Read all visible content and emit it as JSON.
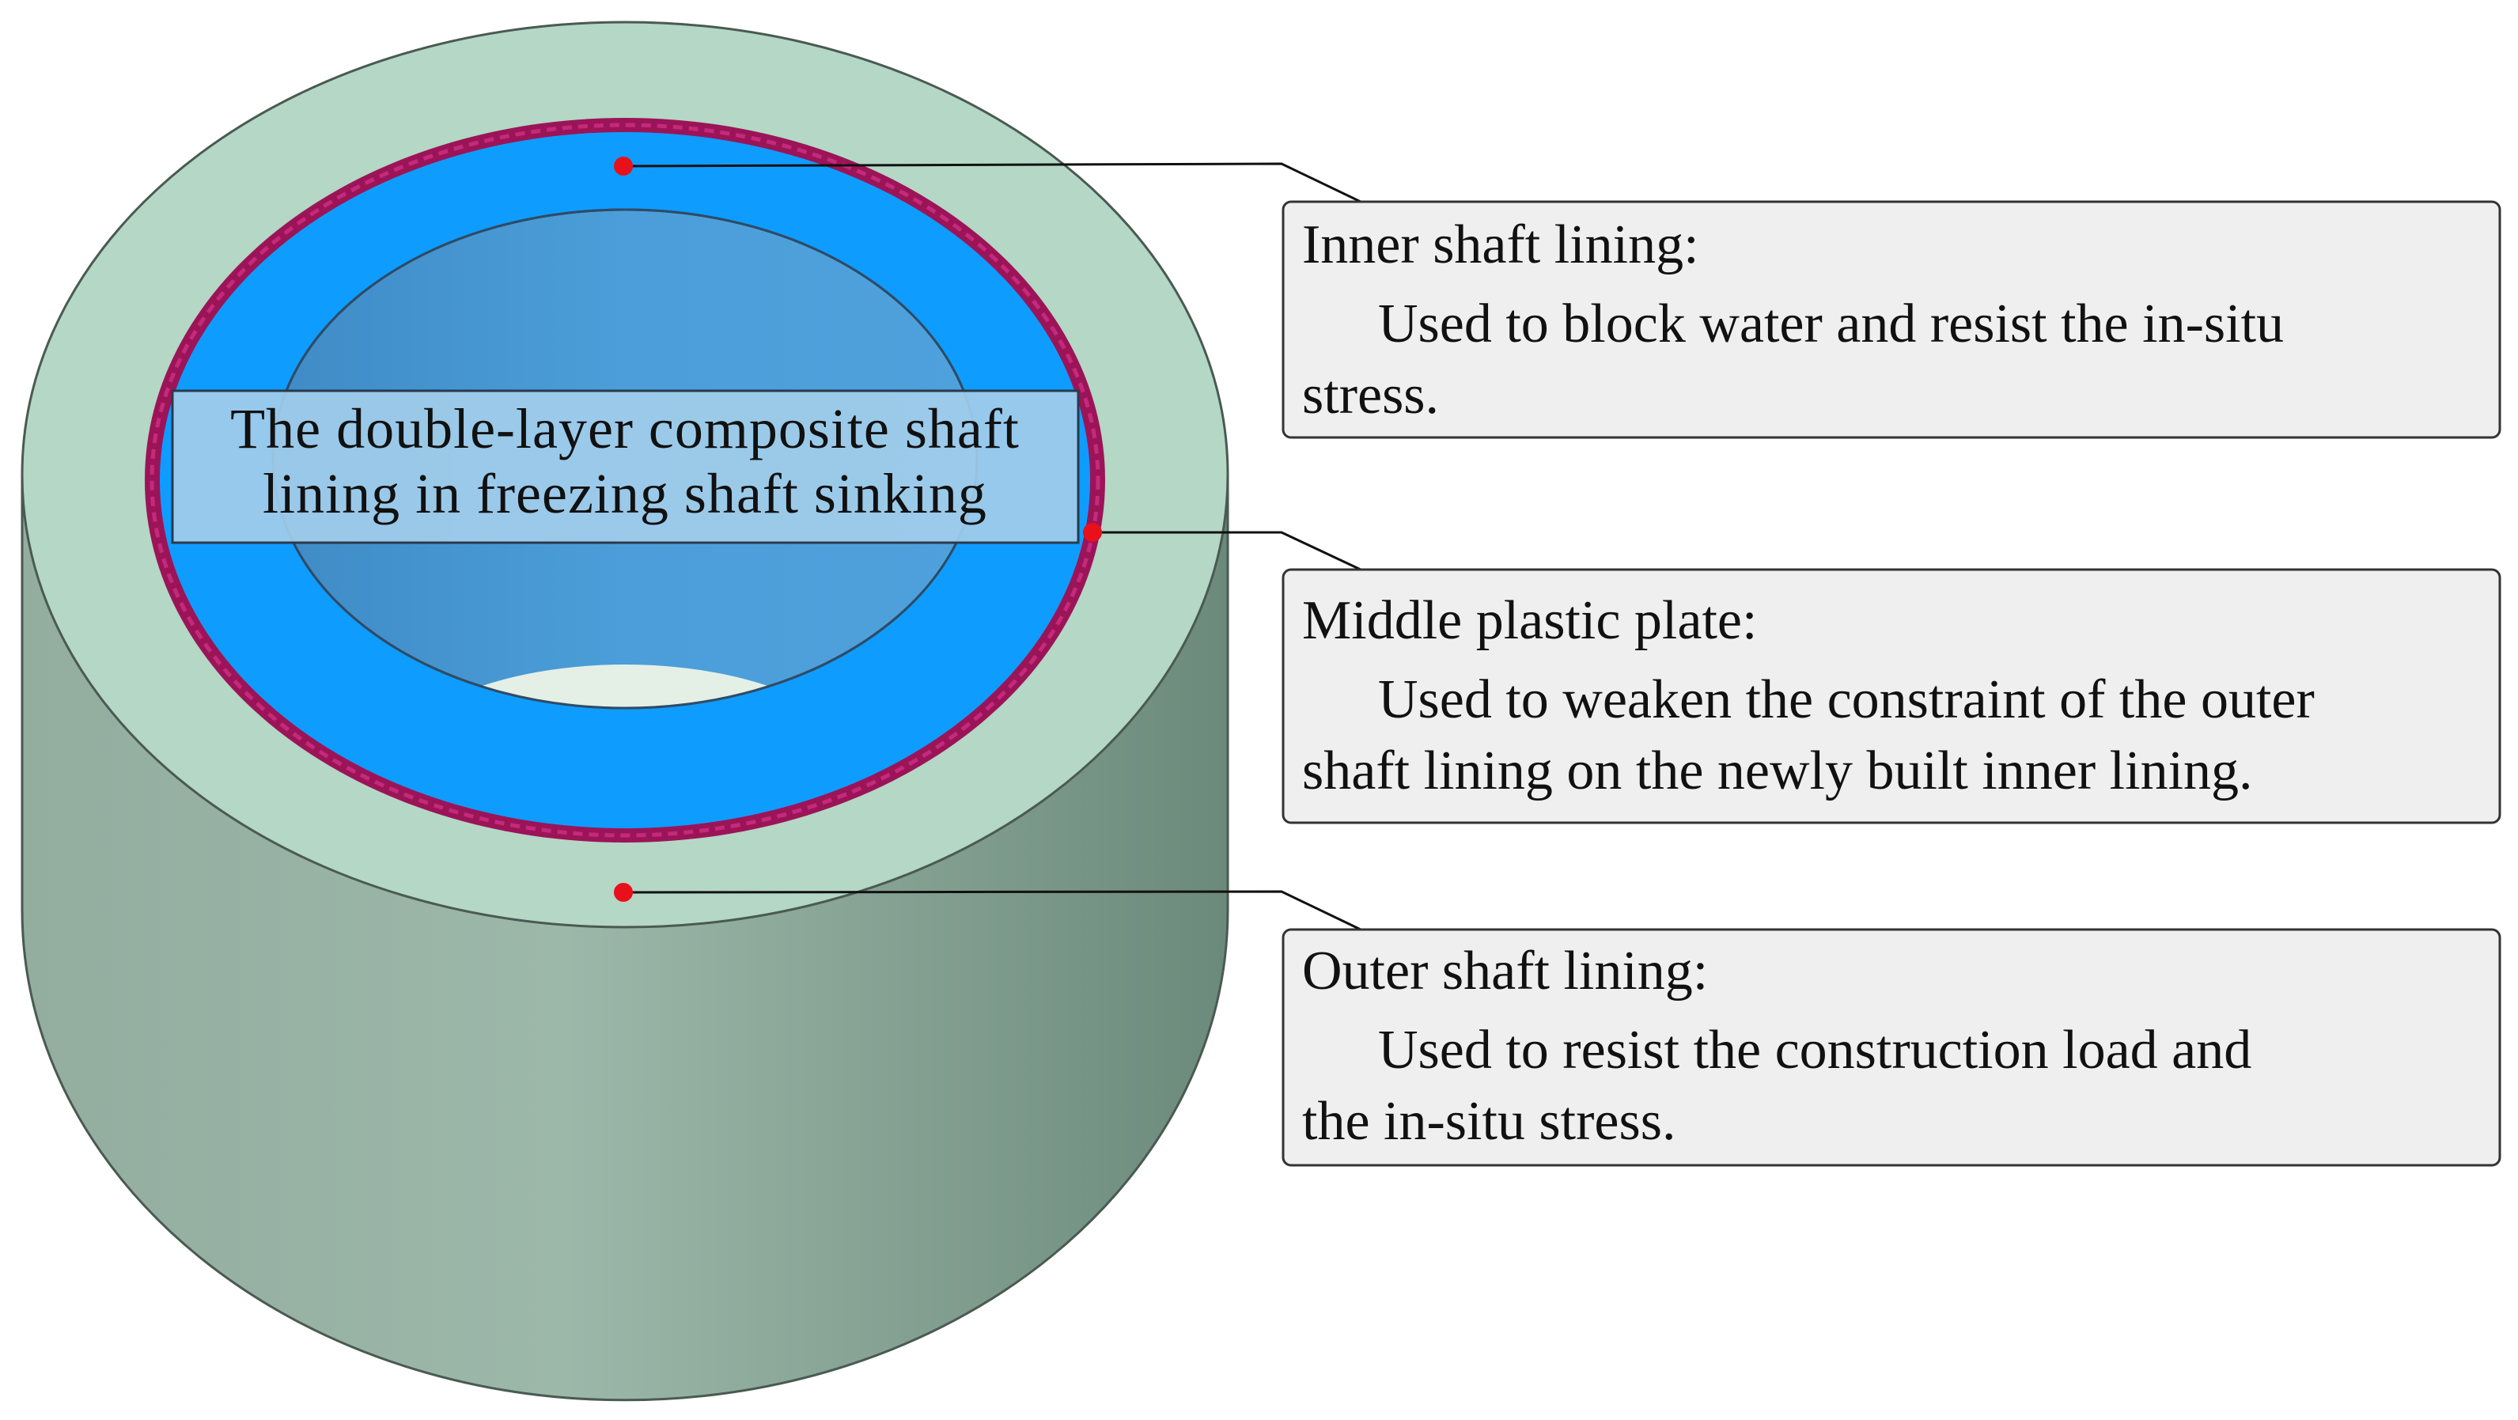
{
  "center_label": {
    "line1": "The double-layer composite shaft",
    "line2": "lining in freezing shaft sinking"
  },
  "callouts": [
    {
      "title": "Inner shaft lining:",
      "line1": "Used to block water and resist the in-situ",
      "line2": "stress."
    },
    {
      "title": "Middle plastic plate:",
      "line1": "Used to weaken the constraint of the outer",
      "line2": "shaft lining on the newly built inner lining."
    },
    {
      "title": "Outer shaft lining:",
      "line1": "Used to resist the construction load and",
      "line2": "the in-situ stress."
    }
  ],
  "colors": {
    "outer_lining_top": "#b4d7c6",
    "outer_lining_side_dark": "#6e8b7c",
    "outer_lining_side_light": "#9ab7a8",
    "middle_plastic_plate": "#a0125a",
    "inner_lining": "#0f9cff",
    "shaft_interior": "#4a9ad6",
    "shaft_bottom": "#e4f0e6",
    "label_box_fill": "#a2cdea",
    "callout_box_fill": "#efefef",
    "marker_dot": "#e8101a"
  }
}
